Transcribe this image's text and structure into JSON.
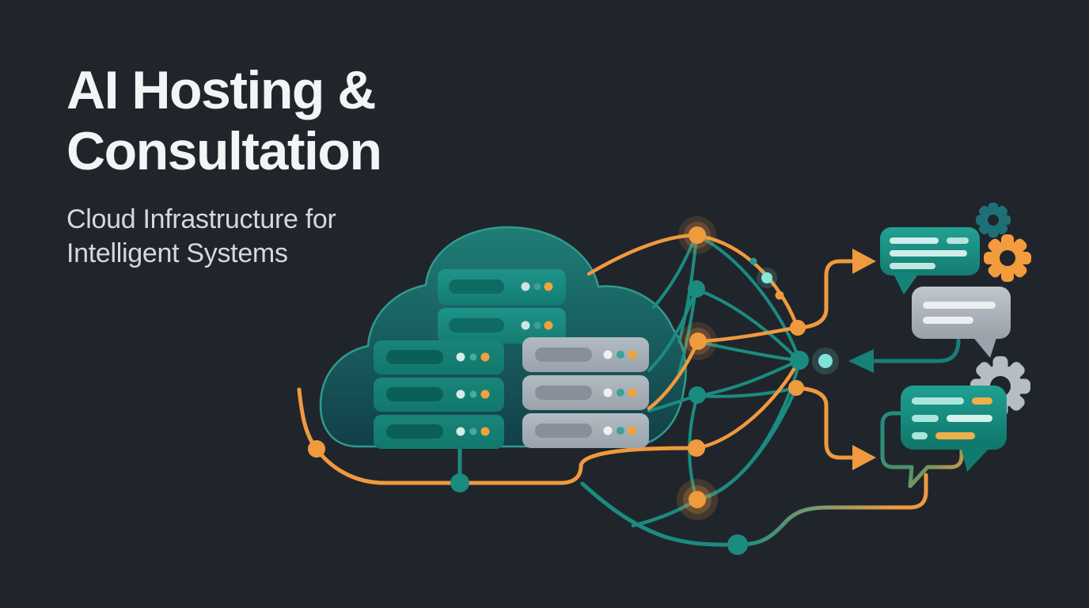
{
  "title": {
    "line1": "AI Hosting &",
    "line2": "Consultation"
  },
  "subtitle": {
    "line1": "Cloud Infrastructure for",
    "line2": "Intelligent Systems"
  },
  "palette": {
    "background": "#20252c",
    "title_text": "#f2f4f6",
    "subtitle_text": "#d5d9dc",
    "teal": "#1b8b80",
    "teal_dark": "#0d6b63",
    "teal_bright": "#2aa99c",
    "orange": "#f09a3e",
    "gray": "#a9b1b9",
    "cyan_glow": "#6fdcd3",
    "cloud_top": "#1f7d76",
    "cloud_bottom": "#123f48"
  },
  "illustration": {
    "cloud": {
      "icon": "cloud-icon"
    },
    "server_stacks": [
      {
        "name": "teal-top-stack",
        "units": 2,
        "dot_colors": [
          "light",
          "teal",
          "orange"
        ]
      },
      {
        "name": "teal-left-stack",
        "units": 3,
        "dot_colors": [
          "light",
          "teal",
          "orange"
        ]
      },
      {
        "name": "gray-right-stack",
        "units": 3,
        "dot_colors": [
          "white",
          "teal",
          "orange"
        ]
      }
    ],
    "network": {
      "column1_nodes": [
        "orange-glow",
        "teal",
        "orange-glow",
        "teal",
        "orange",
        "orange-glow"
      ],
      "column2_nodes": [
        "orange",
        "teal",
        "orange"
      ],
      "junction_nodes": [
        "orange-left",
        "teal-mid",
        "teal-bottom"
      ],
      "decorative_dots": [
        "teal-small",
        "cyan-glow-small",
        "orange-small",
        "cyan-glow-large"
      ]
    },
    "chat_bubbles": [
      {
        "name": "chat-bubble-teal-top",
        "style": "teal",
        "text_lines": 4
      },
      {
        "name": "chat-bubble-gray",
        "style": "gray",
        "text_lines": 2
      },
      {
        "name": "chat-bubble-teal-bottom",
        "style": "teal",
        "text_lines": 6
      },
      {
        "name": "chat-bubble-outline",
        "style": "outline-gradient",
        "text_lines": 0
      }
    ],
    "gears": [
      "gear-teal-small",
      "gear-orange",
      "gear-gray"
    ],
    "arrows": [
      "arrow-orange-right-top",
      "arrow-teal-left",
      "arrow-orange-right-bottom"
    ]
  }
}
